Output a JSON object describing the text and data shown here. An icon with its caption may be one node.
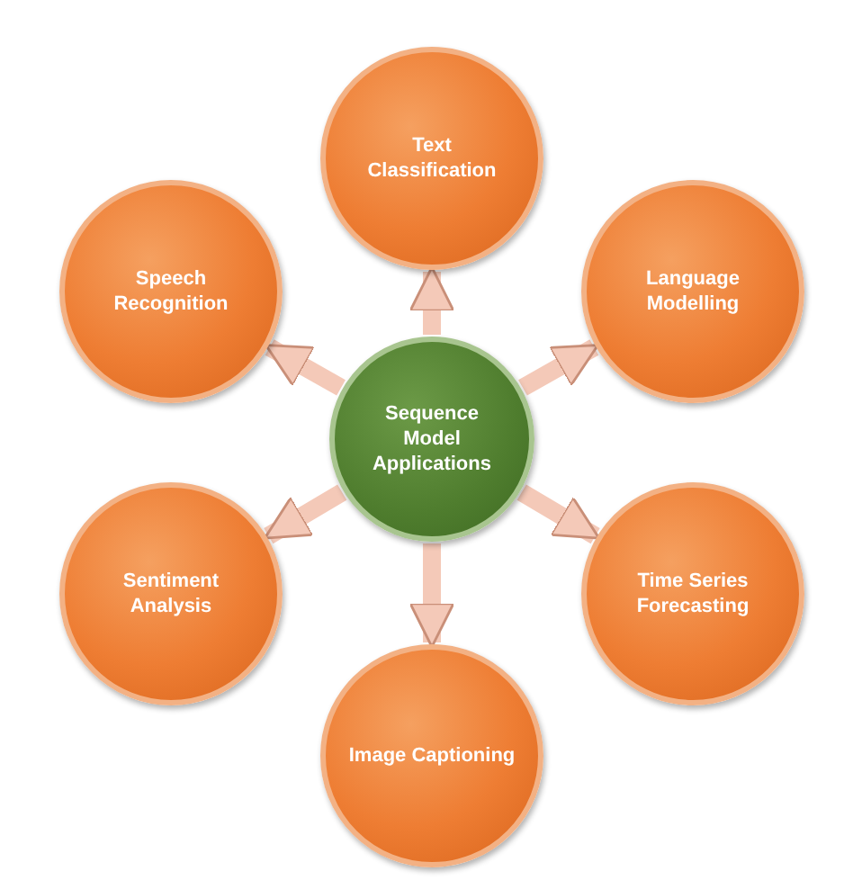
{
  "diagram": {
    "nodes": [
      {
        "text": [
          "Sequence Model Applications"
        ]
      },
      {
        "text": [
          "Text Classification"
        ]
      },
      {
        "text": [
          "Language Modelling"
        ]
      },
      {
        "text": [
          "Time Series Forecasting"
        ]
      },
      {
        "text": [
          "Image Captioning"
        ]
      },
      {
        "text": [
          "Sentiment Analysis"
        ]
      },
      {
        "text": [
          "Speech Recognition"
        ]
      }
    ],
    "edges": [
      {
        "from": 0,
        "to": 1,
        "arrow": "to"
      },
      {
        "from": 0,
        "to": 2,
        "arrow": "to"
      },
      {
        "from": 0,
        "to": 3,
        "arrow": "to"
      },
      {
        "from": 0,
        "to": 4,
        "arrow": "to"
      },
      {
        "from": 0,
        "to": 5,
        "arrow": "to"
      },
      {
        "from": 0,
        "to": 6,
        "arrow": "to"
      }
    ]
  }
}
